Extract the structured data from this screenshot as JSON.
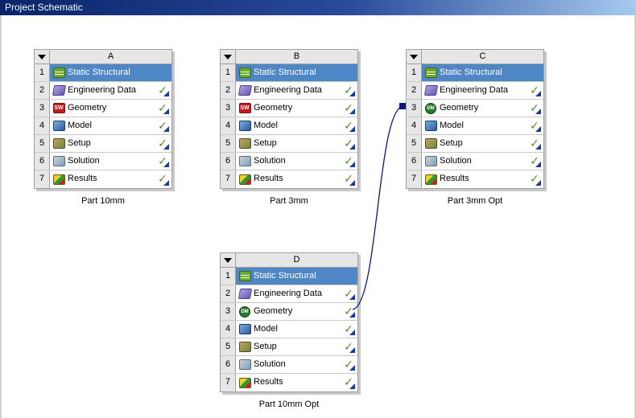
{
  "window": {
    "title": "Project Schematic"
  },
  "colors": {
    "title_row": "#4f86c6",
    "check": "#5a8a2a",
    "link": "#0a1a7a"
  },
  "systems": [
    {
      "letter": "A",
      "caption": "Part 10mm",
      "rows": [
        {
          "num": "1",
          "icon": "static-structural-icon",
          "label": "Static Structural",
          "check": "",
          "corner": false
        },
        {
          "num": "2",
          "icon": "engineering-data-icon",
          "label": "Engineering Data",
          "check": "✓",
          "corner": true
        },
        {
          "num": "3",
          "icon": "geometry-sw-icon",
          "label": "Geometry",
          "check": "✓",
          "corner": true
        },
        {
          "num": "4",
          "icon": "model-icon",
          "label": "Model",
          "check": "✓",
          "corner": true
        },
        {
          "num": "5",
          "icon": "setup-icon",
          "label": "Setup",
          "check": "✓",
          "corner": true
        },
        {
          "num": "6",
          "icon": "solution-icon",
          "label": "Solution",
          "check": "✓",
          "corner": true
        },
        {
          "num": "7",
          "icon": "results-icon",
          "label": "Results",
          "check": "✓",
          "corner": true
        }
      ]
    },
    {
      "letter": "B",
      "caption": "Part 3mm",
      "rows": [
        {
          "num": "1",
          "icon": "static-structural-icon",
          "label": "Static Structural",
          "check": "",
          "corner": false
        },
        {
          "num": "2",
          "icon": "engineering-data-icon",
          "label": "Engineering Data",
          "check": "✓",
          "corner": true
        },
        {
          "num": "3",
          "icon": "geometry-sw-icon",
          "label": "Geometry",
          "check": "✓",
          "corner": true
        },
        {
          "num": "4",
          "icon": "model-icon",
          "label": "Model",
          "check": "✓",
          "corner": true
        },
        {
          "num": "5",
          "icon": "setup-icon",
          "label": "Setup",
          "check": "✓",
          "corner": true
        },
        {
          "num": "6",
          "icon": "solution-icon",
          "label": "Solution",
          "check": "✓",
          "corner": true
        },
        {
          "num": "7",
          "icon": "results-icon",
          "label": "Results",
          "check": "✓",
          "corner": true
        }
      ]
    },
    {
      "letter": "C",
      "caption": "Part 3mm Opt",
      "rows": [
        {
          "num": "1",
          "icon": "static-structural-icon",
          "label": "Static Structural",
          "check": "",
          "corner": false
        },
        {
          "num": "2",
          "icon": "engineering-data-icon",
          "label": "Engineering Data",
          "check": "✓",
          "corner": true
        },
        {
          "num": "3",
          "icon": "geometry-dm-icon",
          "label": "Geometry",
          "check": "✓",
          "corner": true
        },
        {
          "num": "4",
          "icon": "model-icon",
          "label": "Model",
          "check": "✓",
          "corner": true
        },
        {
          "num": "5",
          "icon": "setup-icon",
          "label": "Setup",
          "check": "✓",
          "corner": true
        },
        {
          "num": "6",
          "icon": "solution-icon",
          "label": "Solution",
          "check": "✓",
          "corner": true
        },
        {
          "num": "7",
          "icon": "results-icon",
          "label": "Results",
          "check": "✓",
          "corner": true
        }
      ]
    },
    {
      "letter": "D",
      "caption": "Part 10mm Opt",
      "rows": [
        {
          "num": "1",
          "icon": "static-structural-icon",
          "label": "Static Structural",
          "check": "",
          "corner": false
        },
        {
          "num": "2",
          "icon": "engineering-data-icon",
          "label": "Engineering Data",
          "check": "✓",
          "corner": true
        },
        {
          "num": "3",
          "icon": "geometry-dm-icon",
          "label": "Geometry",
          "check": "✓",
          "corner": true
        },
        {
          "num": "4",
          "icon": "model-icon",
          "label": "Model",
          "check": "✓",
          "corner": true
        },
        {
          "num": "5",
          "icon": "setup-icon",
          "label": "Setup",
          "check": "✓",
          "corner": true
        },
        {
          "num": "6",
          "icon": "solution-icon",
          "label": "Solution",
          "check": "✓",
          "corner": true
        },
        {
          "num": "7",
          "icon": "results-icon",
          "label": "Results",
          "check": "✓",
          "corner": true
        }
      ]
    }
  ]
}
